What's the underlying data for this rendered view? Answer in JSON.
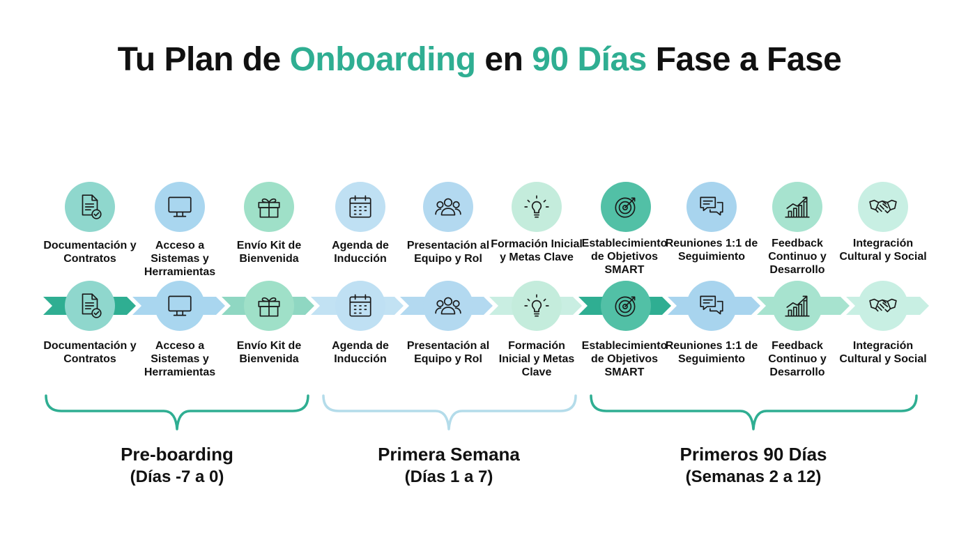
{
  "title": {
    "part1": "Tu Plan de ",
    "accent1": "Onboarding",
    "part2": " en ",
    "accent2": "90 Días",
    "part3": " Fase a Fase"
  },
  "colors": {
    "accent_green": "#2fae92",
    "phase1_bracket": "#2fae92",
    "phase2_bracket": "#b4dcea",
    "phase3_bracket": "#2fae92"
  },
  "steps": [
    {
      "icon": "document-check-icon",
      "top_label": "Documentación y Contratos",
      "bottom_label": "Documentación y Contratos",
      "color": "#8fd7cd"
    },
    {
      "icon": "monitor-icon",
      "top_label": "Acceso a Sistemas y Herramientas",
      "bottom_label": "Acceso a Sistemas y Herramientas",
      "color": "#a9d6ef"
    },
    {
      "icon": "gift-icon",
      "top_label": "Envío Kit de Bienvenida",
      "bottom_label": "Envío Kit de Bienvenida",
      "color": "#9fe0c8"
    },
    {
      "icon": "calendar-icon",
      "top_label": "Agenda de Inducción",
      "bottom_label": "Agenda de Inducción",
      "color": "#bfe0f3"
    },
    {
      "icon": "team-icon",
      "top_label": "Presentación al Equipo y Rol",
      "bottom_label": "Presentación al Equipo y Rol",
      "color": "#b3d9f0"
    },
    {
      "icon": "lightbulb-icon",
      "top_label": "Formación Inicial y Metas Clave",
      "bottom_label": "Formación Inicial y Metas Clave",
      "color": "#c4ecdc"
    },
    {
      "icon": "target-icon",
      "top_label": "Establecimiento de Objetivos SMART",
      "bottom_label": "Establecimiento de Objetivos SMART",
      "color": "#52c0a6"
    },
    {
      "icon": "chat-bubbles-icon",
      "top_label": "Reuniones 1:1 de Seguimiento",
      "bottom_label": "Reuniones 1:1 de Seguimiento",
      "color": "#a8d4ee"
    },
    {
      "icon": "growth-chart-icon",
      "top_label": "Feedback Continuo y Desarrollo",
      "bottom_label": "Feedback Continuo y Desarrollo",
      "color": "#a7e3cf"
    },
    {
      "icon": "handshake-icon",
      "top_label": "Integración Cultural y Social",
      "bottom_label": "Integración Cultural y Social",
      "color": "#c8efe3"
    }
  ],
  "phases": [
    {
      "name": "Pre-boarding",
      "range": "(Días -7 a 0)"
    },
    {
      "name": "Primera Semana",
      "range": "(Días 1 a 7)"
    },
    {
      "name": "Primeros 90 Días",
      "range": "(Semanas 2 a 12)"
    }
  ]
}
